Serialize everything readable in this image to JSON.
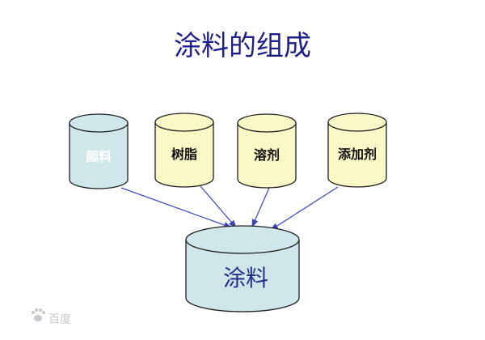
{
  "title": "涂料的组成",
  "colors": {
    "title": "#1f1f8a",
    "arrow": "#3a46b8",
    "pigment_fill": "#cfe7ea",
    "resin_fill": "#fbf8c7",
    "product_fill": "#cfe7ea",
    "stroke": "#1e1e1e",
    "pigment_label": "#ffffff",
    "ingredient_label": "#111111",
    "product_label": "#1f2f8a"
  },
  "ingredients": [
    {
      "label": "颜料"
    },
    {
      "label": "树脂"
    },
    {
      "label": "溶剂"
    },
    {
      "label": "添加剂"
    }
  ],
  "product": {
    "label": "涂料"
  },
  "watermark": {
    "text": "百度"
  }
}
